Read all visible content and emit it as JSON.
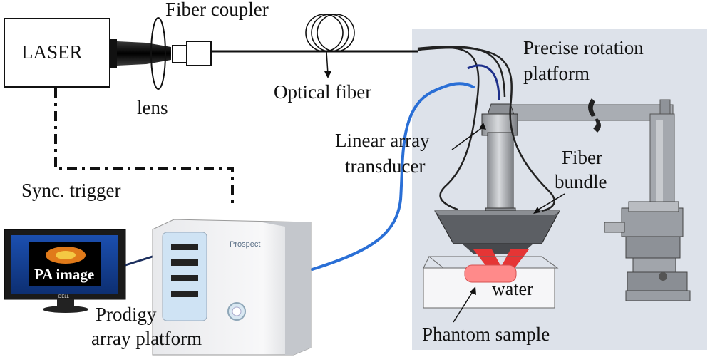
{
  "labels": {
    "laser": "LASER",
    "fiber_coupler": "Fiber coupler",
    "lens": "lens",
    "optical_fiber": "Optical fiber",
    "precise_rotation_line1": "Precise rotation",
    "precise_rotation_line2": "platform",
    "linear_array_line1": "Linear array",
    "linear_array_line2": "transducer",
    "fiber_bundle_line1": "Fiber",
    "fiber_bundle_line2": "bundle",
    "sync_trigger": "Sync. trigger",
    "pa_image": "PA image",
    "prodigy_line1": "Prodigy",
    "prodigy_line2": "array platform",
    "water": "water",
    "phantom_sample": "Phantom sample",
    "brand": "Prospect",
    "monitor_brand": "DELL"
  },
  "colors": {
    "photo_background": "#dde2ea",
    "transducer_cable": "#2a6fd6",
    "fiber_bundle_blue": "#1d2f8a",
    "water_tank": "#f6f6f8",
    "phantom": "#ff8a8a",
    "light_cone": "#e53535"
  }
}
